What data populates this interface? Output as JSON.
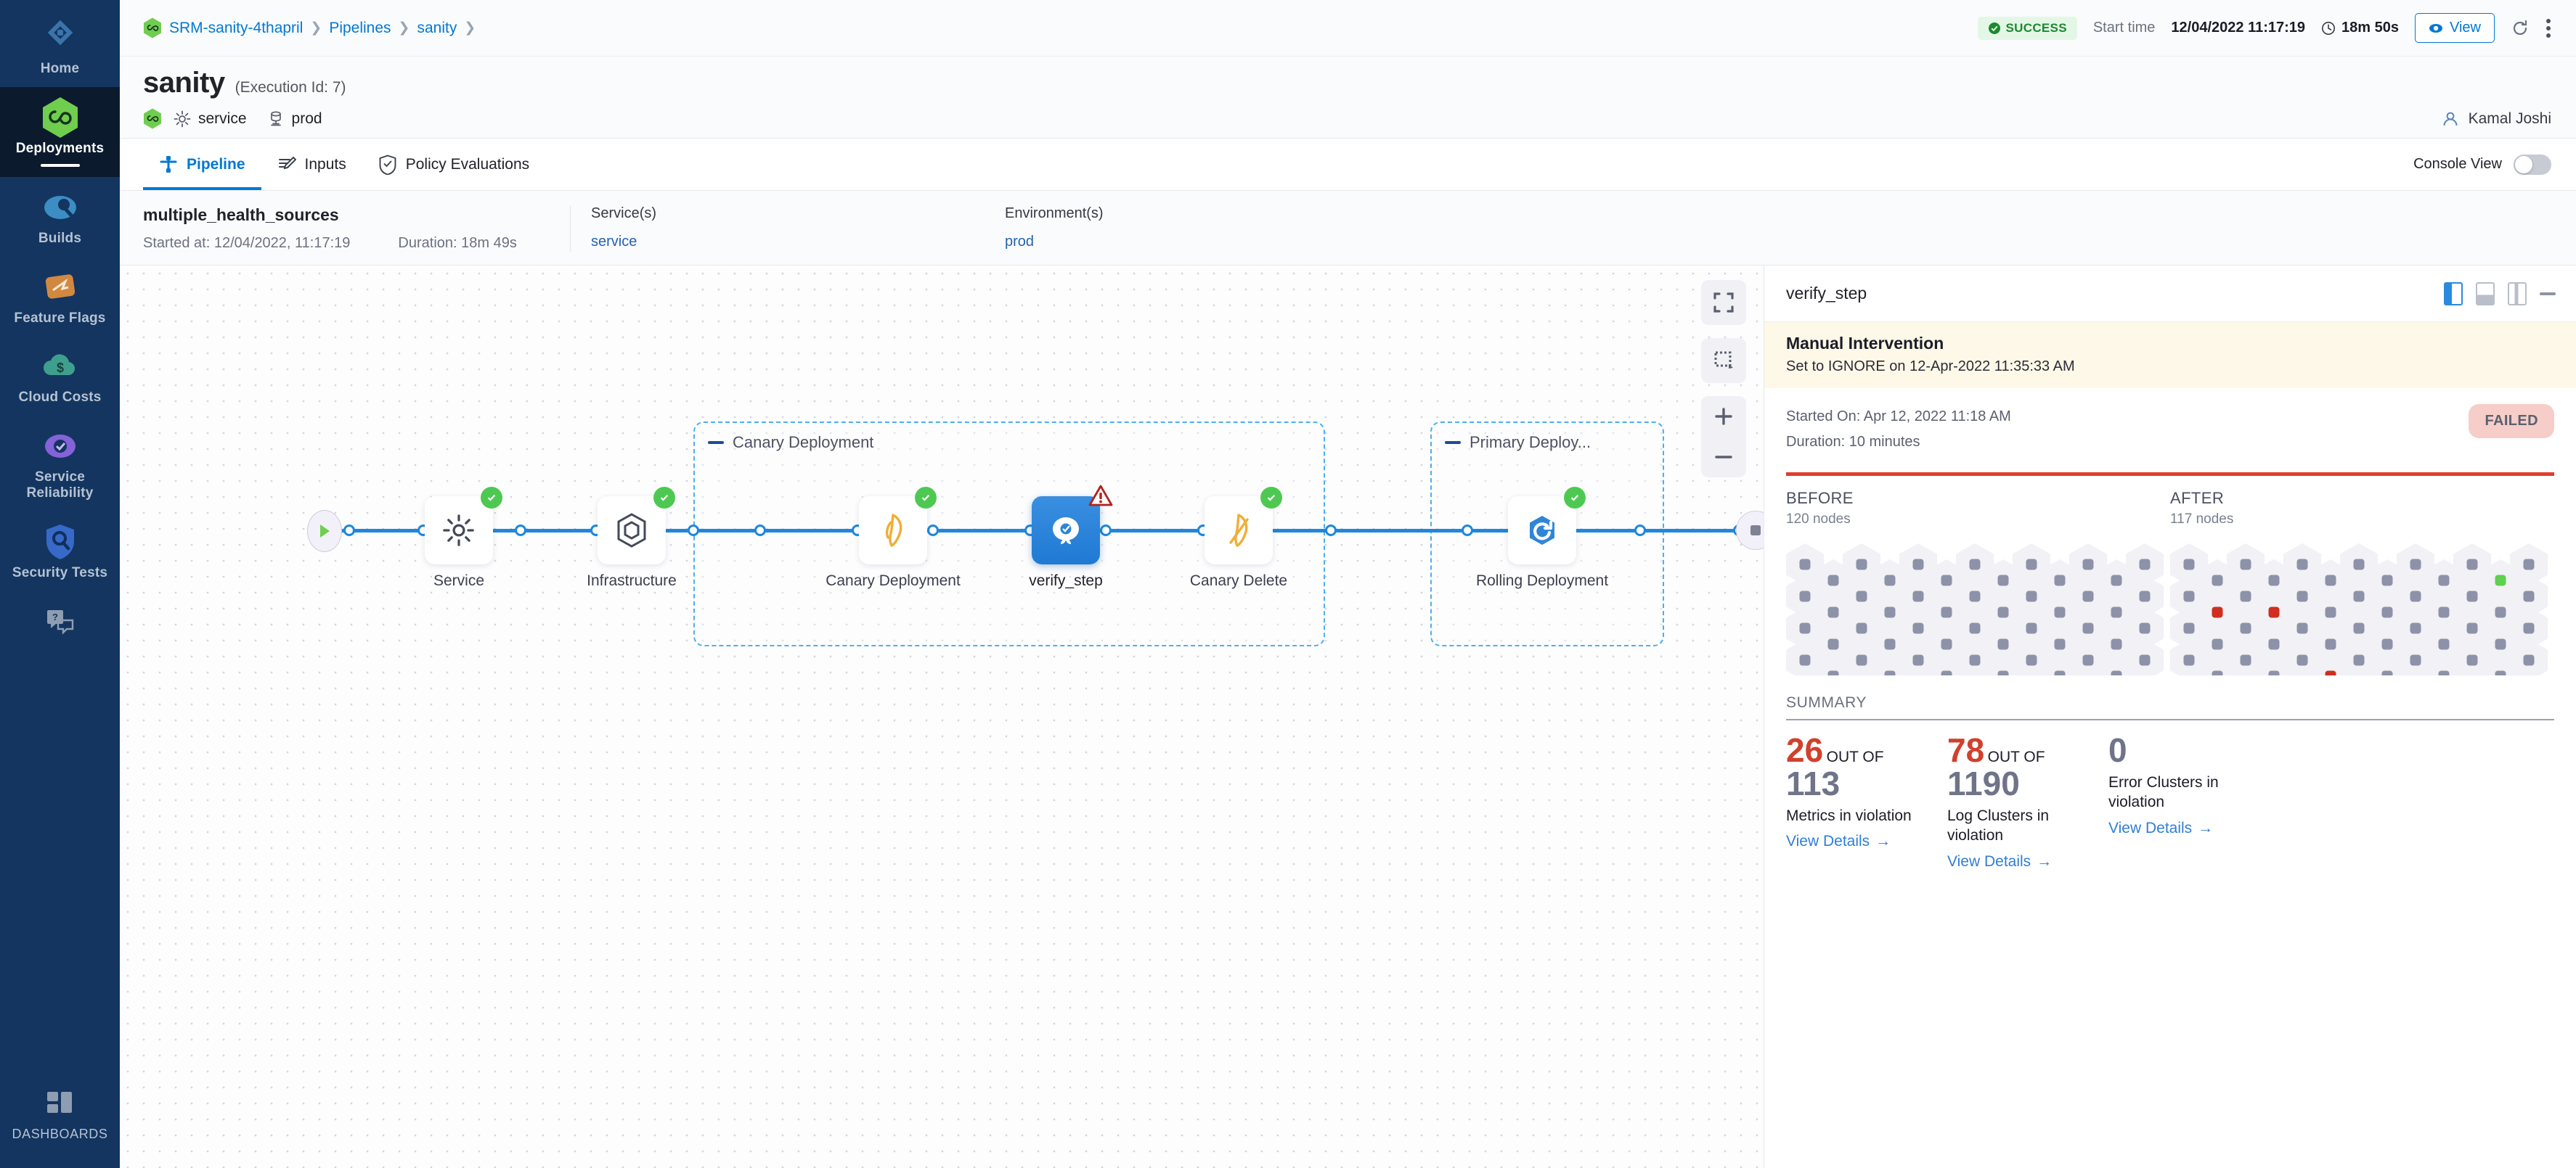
{
  "sidebar": {
    "items": [
      {
        "label": "Home",
        "icon": "home-diamond-icon",
        "active": false
      },
      {
        "label": "Deployments",
        "icon": "harness-hex-icon",
        "active": true
      },
      {
        "label": "Builds",
        "icon": "builds-icon",
        "active": false
      },
      {
        "label": "Feature Flags",
        "icon": "feature-flags-icon",
        "active": false
      },
      {
        "label": "Cloud Costs",
        "icon": "cloud-cost-icon",
        "active": false
      },
      {
        "label": "Service Reliability",
        "icon": "service-reliability-icon",
        "active": false
      },
      {
        "label": "Security Tests",
        "icon": "security-shield-icon",
        "active": false
      },
      {
        "label": "",
        "icon": "help-chat-icon",
        "active": false
      },
      {
        "label": "DASHBOARDS",
        "icon": "dashboards-grid-icon",
        "active": false
      }
    ]
  },
  "topbar": {
    "breadcrumbs": [
      "SRM-sanity-4thapril",
      "Pipelines",
      "sanity"
    ],
    "status_badge": "SUCCESS",
    "start_time_label": "Start time",
    "start_time_value": "12/04/2022 11:17:19",
    "duration": "18m 50s",
    "view_button": "View",
    "refresh_icon": "refresh-icon",
    "more_icon": "more-vertical-icon"
  },
  "header": {
    "title": "sanity",
    "execution_id": "(Execution Id: 7)",
    "service": "service",
    "environment": "prod",
    "user": "Kamal Joshi"
  },
  "tabs": [
    {
      "label": "Pipeline",
      "icon": "pipeline-icon",
      "active": true
    },
    {
      "label": "Inputs",
      "icon": "inputs-icon",
      "active": false
    },
    {
      "label": "Policy Evaluations",
      "icon": "policy-shield-icon",
      "active": false
    }
  ],
  "console_view": {
    "label": "Console View",
    "enabled": false
  },
  "exec_summary": {
    "name": "multiple_health_sources",
    "started_at": "Started at: 12/04/2022, 11:17:19",
    "duration": "Duration: 18m 49s",
    "services_label": "Service(s)",
    "services_value": "service",
    "environments_label": "Environment(s)",
    "environments_value": "prod"
  },
  "canvas": {
    "tools": [
      {
        "name": "fit-to-screen-icon"
      },
      {
        "name": "select-area-icon"
      },
      {
        "name": "zoom-in-icon",
        "label": "+"
      },
      {
        "name": "zoom-out-icon",
        "label": "−"
      }
    ],
    "groups": [
      {
        "label": "Canary Deployment"
      },
      {
        "label": "Primary Deploy..."
      }
    ],
    "nodes": [
      {
        "label": "Service",
        "status": "success",
        "icon": "gear-icon"
      },
      {
        "label": "Infrastructure",
        "status": "success",
        "icon": "infrastructure-hex-icon"
      },
      {
        "label": "Canary Deployment",
        "status": "success",
        "icon": "canary-bird-icon"
      },
      {
        "label": "verify_step",
        "status": "warning",
        "icon": "verify-icon",
        "selected": true
      },
      {
        "label": "Canary Delete",
        "status": "success",
        "icon": "canary-delete-icon"
      },
      {
        "label": "Rolling Deployment",
        "status": "success",
        "icon": "rolling-deploy-icon"
      }
    ]
  },
  "rightpanel": {
    "title": "verify_step",
    "view_icons": [
      "split-view-icon",
      "bottom-view-icon",
      "side-view-icon",
      "minimize-icon"
    ],
    "banner_title": "Manual Intervention",
    "banner_sub": "Set to IGNORE on 12-Apr-2022 11:35:33 AM",
    "started_on": "Started On: Apr 12, 2022 11:18 AM",
    "duration": "Duration: 10 minutes",
    "status": "FAILED",
    "before": {
      "label": "BEFORE",
      "nodes": "120 nodes",
      "count": 120
    },
    "after": {
      "label": "AFTER",
      "nodes": "117 nodes",
      "count": 117
    },
    "summary_label": "SUMMARY",
    "summary": [
      {
        "numerator": "26",
        "out_of_label": "OUT OF",
        "denominator": "113",
        "description": "Metrics in violation",
        "link": "View Details"
      },
      {
        "numerator": "78",
        "out_of_label": "OUT OF",
        "denominator": "1190",
        "description": "Log Clusters in violation",
        "link": "View Details"
      },
      {
        "numerator": "0",
        "out_of_label": "",
        "denominator": "",
        "description": "Error Clusters in violation",
        "link": "View Details"
      }
    ]
  },
  "colors": {
    "accent": "#0278d5",
    "success": "#4dc952",
    "failed": "#e2402a",
    "nav_bg": "#133560",
    "nav_active": "#0b1b2d"
  }
}
